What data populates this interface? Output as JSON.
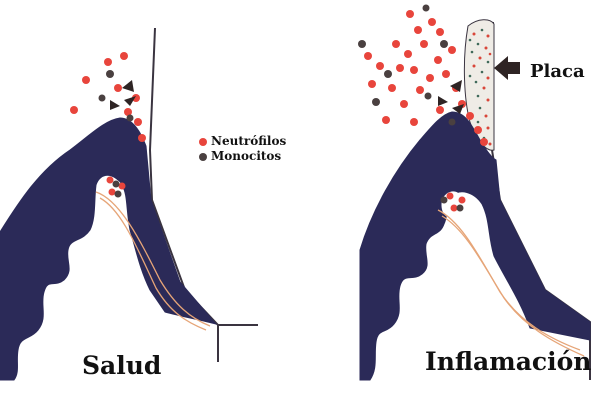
{
  "labels": {
    "left_panel": "Salud",
    "right_panel": "Inflamación",
    "plaque": "Placa"
  },
  "legend": {
    "neutrophils": {
      "label": "Neutrófilos",
      "color": "#e8453c"
    },
    "monocytes": {
      "label": "Monocitos",
      "color": "#4a4040"
    }
  },
  "colors": {
    "tissue": "#2b2a58",
    "outline": "#3a3440",
    "vessel": "#e6a578",
    "plaque_speckle_red": "#d9463a",
    "plaque_speckle_green": "#3f6a5a",
    "arrow": "#2e2424"
  }
}
